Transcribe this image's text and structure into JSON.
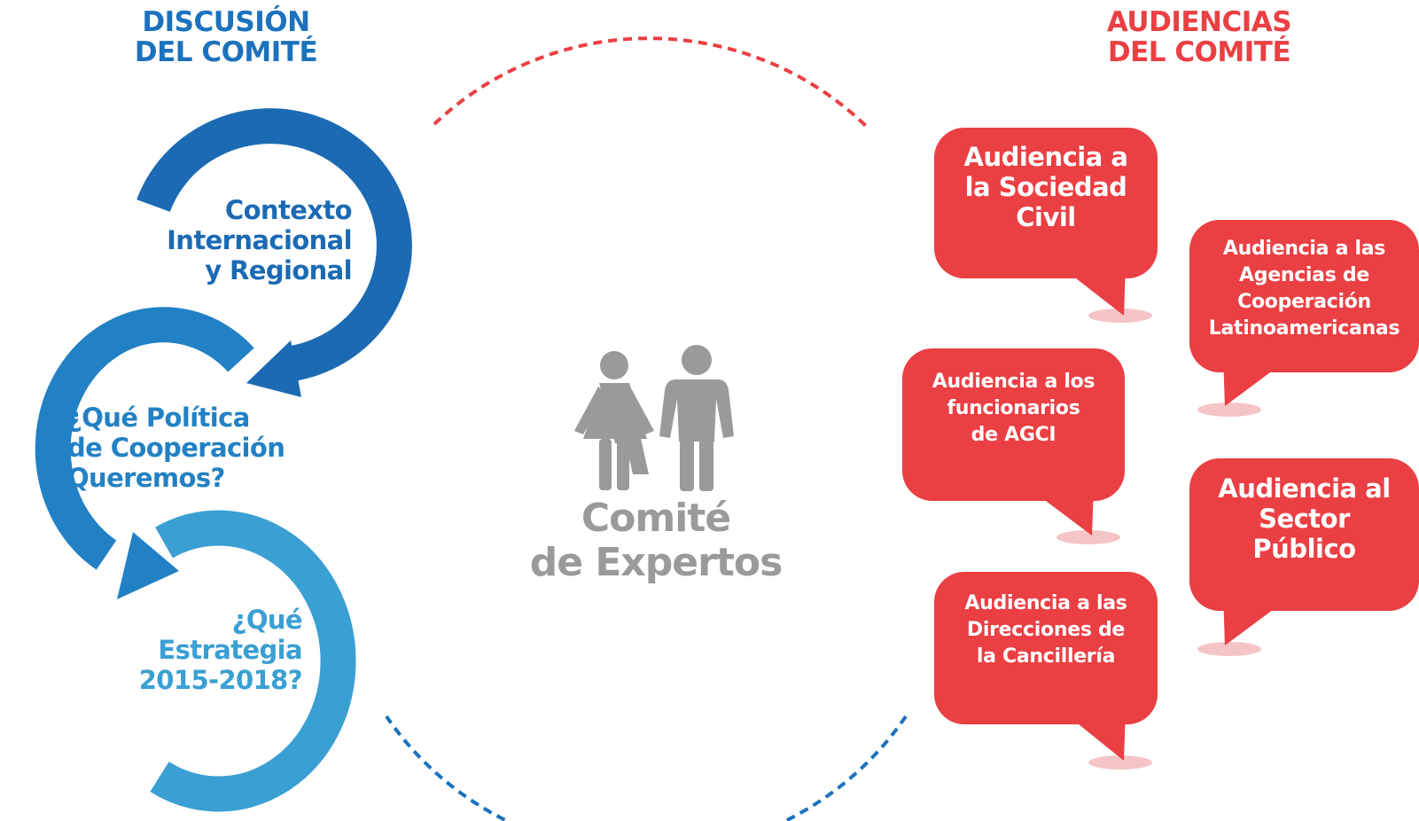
{
  "headings": {
    "left": [
      "DISCUSIÓN",
      "DEL COMITÉ"
    ],
    "right": [
      "AUDIENCIAS",
      "DEL COMITÉ"
    ]
  },
  "steps": [
    {
      "lines": [
        "Contexto",
        "Internacional",
        "y Regional"
      ]
    },
    {
      "lines": [
        "¿Qué Política",
        "de Cooperación",
        "Queremos?"
      ]
    },
    {
      "lines": [
        "¿Qué",
        "Estrategia",
        "2015-2018?"
      ]
    }
  ],
  "center": {
    "label": [
      "Comité",
      "de Expertos"
    ]
  },
  "audiences": [
    {
      "lines": [
        "Audiencia a",
        "la Sociedad",
        "Civil"
      ]
    },
    {
      "lines": [
        "Audiencia a las",
        "Agencias de",
        "Cooperación",
        "Latinoamericanas"
      ]
    },
    {
      "lines": [
        "Audiencia a los",
        "funcionarios",
        "de AGCI"
      ]
    },
    {
      "lines": [
        "Audiencia al",
        "Sector",
        "Público"
      ]
    },
    {
      "lines": [
        "Audiencia a las",
        "Direcciones de",
        "la Cancillería"
      ]
    }
  ],
  "colors": {
    "blue_dark": "#1b6ab3",
    "blue_mid": "#2281c4",
    "blue_light": "#3a9fd3",
    "red": "#ea3f43",
    "gray": "#999a9c",
    "shadow": "#f5c4c6"
  },
  "icons": [
    "female-person-icon",
    "male-person-icon"
  ]
}
